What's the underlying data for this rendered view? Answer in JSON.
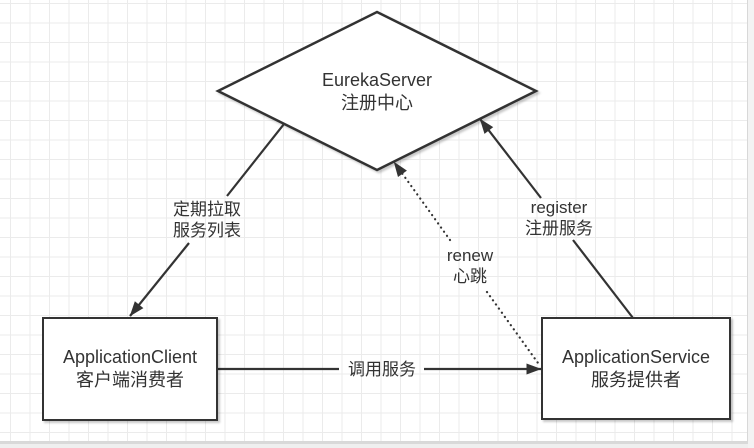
{
  "colors": {
    "stroke": "#333333",
    "text": "#333333",
    "grid_line": "#ebebeb",
    "canvas_bg": "#ffffff"
  },
  "nodes": {
    "eureka_server": {
      "shape": "diamond",
      "line1": "EurekaServer",
      "line2": "注册中心"
    },
    "application_client": {
      "shape": "rectangle",
      "line1": "ApplicationClient",
      "line2": "客户端消费者"
    },
    "application_service": {
      "shape": "rectangle",
      "line1": "ApplicationService",
      "line2": "服务提供者"
    }
  },
  "edges": {
    "pull_services": {
      "from": "EurekaServer",
      "to": "ApplicationClient",
      "style": "solid-arrow",
      "line1": "定期拉取",
      "line2": "服务列表"
    },
    "register": {
      "from": "ApplicationService",
      "to": "EurekaServer",
      "style": "solid-arrow",
      "line1": "register",
      "line2": "注册服务"
    },
    "renew": {
      "from": "ApplicationService",
      "to": "EurekaServer",
      "style": "dotted-arrow",
      "line1": "renew",
      "line2": "心跳"
    },
    "call_service": {
      "from": "ApplicationClient",
      "to": "ApplicationService",
      "style": "solid-arrow",
      "line1": "调用服务"
    }
  }
}
